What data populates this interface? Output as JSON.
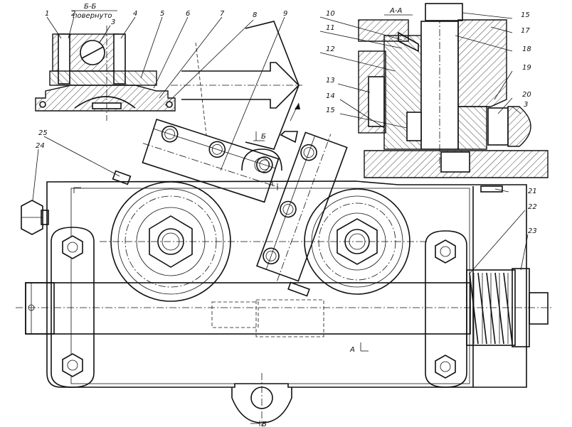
{
  "title": "",
  "section_labels": {
    "bb": "Б-Б",
    "bb_note": "повернуто",
    "aa": "А-А"
  },
  "cut_marks": {
    "a_top": "А",
    "a_bottom": "А",
    "b_top": "Б",
    "b_bottom": "Б"
  },
  "callouts": [
    {
      "number": "1"
    },
    {
      "number": "2"
    },
    {
      "number": "3"
    },
    {
      "number": "4"
    },
    {
      "number": "5"
    },
    {
      "number": "6"
    },
    {
      "number": "7"
    },
    {
      "number": "8"
    },
    {
      "number": "9"
    },
    {
      "number": "10"
    },
    {
      "number": "11"
    },
    {
      "number": "12"
    },
    {
      "number": "13"
    },
    {
      "number": "14"
    },
    {
      "number": "15"
    },
    {
      "number": "15"
    },
    {
      "number": "17"
    },
    {
      "number": "18"
    },
    {
      "number": "19"
    },
    {
      "number": "20"
    },
    {
      "number": "3"
    },
    {
      "number": "21"
    },
    {
      "number": "22"
    },
    {
      "number": "23"
    },
    {
      "number": "24"
    },
    {
      "number": "25"
    }
  ],
  "colors": {
    "ink": "#111111",
    "paper": "#ffffff"
  }
}
